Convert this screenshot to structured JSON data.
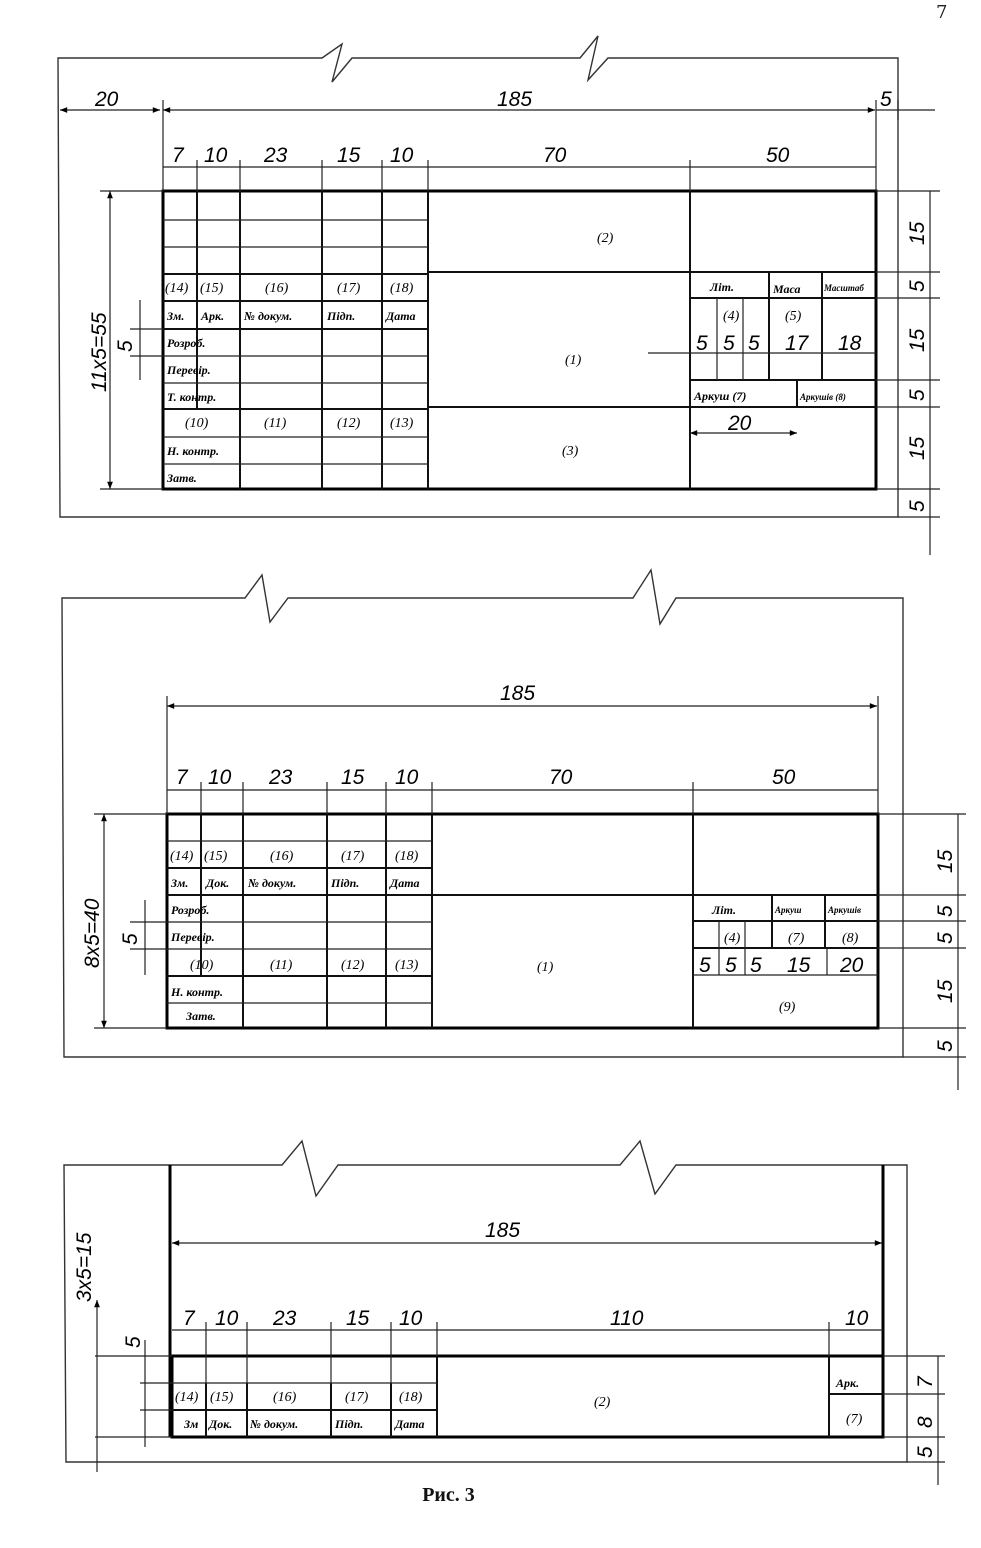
{
  "page_number": "7",
  "caption": "Рис. 3",
  "form1": {
    "dims": {
      "left": "20",
      "total": "185",
      "right": "5",
      "c1": "7",
      "c2": "10",
      "c3": "23",
      "c4": "15",
      "c5": "10",
      "c6": "70",
      "c7": "50",
      "height": "11x5=55",
      "row": "5",
      "r1": "15",
      "r2": "5",
      "r3": "15",
      "r4": "5",
      "r5": "15",
      "r6": "5",
      "lit": "5",
      "mass": "17",
      "scale": "18",
      "sheet": "20"
    },
    "nums": {
      "n1": "(1)",
      "n2": "(2)",
      "n3": "(3)",
      "n4": "(4)",
      "n5": "(5)",
      "n10": "(10)",
      "n11": "(11)",
      "n12": "(12)",
      "n13": "(13)",
      "n14": "(14)",
      "n15": "(15)",
      "n16": "(16)",
      "n17": "(17)",
      "n18": "(18)"
    },
    "labels": {
      "zm": "Зм.",
      "ark": "Арк.",
      "doc": "№ докум.",
      "pidp": "Підп.",
      "date": "Дата",
      "rozrob": "Розроб.",
      "perevir": "Перевір.",
      "tkontr": "Т. контр.",
      "nkontr": "Н. контр.",
      "zatv": "Затв.",
      "lit": "Літ.",
      "masa": "Маса",
      "masshtab": "Масштаб",
      "arkush": "Аркуш (7)",
      "arkushiv": "Аркушів (8)"
    }
  },
  "form2": {
    "dims": {
      "total": "185",
      "c1": "7",
      "c2": "10",
      "c3": "23",
      "c4": "15",
      "c5": "10",
      "c6": "70",
      "c7": "50",
      "height": "8x5=40",
      "row": "5",
      "r1": "15",
      "r2": "5",
      "r3": "5",
      "r4": "15",
      "r5": "5",
      "lit": "5",
      "ark": "15",
      "arks": "20"
    },
    "nums": {
      "n1": "(1)",
      "n4": "(4)",
      "n7": "(7)",
      "n8": "(8)",
      "n9": "(9)",
      "n10": "(10)",
      "n11": "(11)",
      "n12": "(12)",
      "n13": "(13)",
      "n14": "(14)",
      "n15": "(15)",
      "n16": "(16)",
      "n17": "(17)",
      "n18": "(18)"
    },
    "labels": {
      "zm": "Зм.",
      "dok": "Док.",
      "doc": "№ докум.",
      "pidp": "Підп.",
      "date": "Дата",
      "rozrob": "Розроб.",
      "perevir": "Перевір.",
      "nkontr": "Н. контр.",
      "zatv": "Затв.",
      "lit": "Літ.",
      "arkush": "Аркуш",
      "arkushiv": "Аркушів"
    }
  },
  "form3": {
    "dims": {
      "total": "185",
      "c1": "7",
      "c2": "10",
      "c3": "23",
      "c4": "15",
      "c5": "10",
      "c6": "110",
      "c7": "10",
      "height": "3x5=15",
      "row": "5",
      "r1": "7",
      "r2": "8",
      "r3": "5"
    },
    "nums": {
      "n2": "(2)",
      "n7": "(7)",
      "n14": "(14)",
      "n15": "(15)",
      "n16": "(16)",
      "n17": "(17)",
      "n18": "(18)"
    },
    "labels": {
      "zm": "Зм",
      "dok": "Док.",
      "doc": "№ докум.",
      "pidp": "Підп.",
      "date": "Дата",
      "ark": "Арк."
    }
  }
}
